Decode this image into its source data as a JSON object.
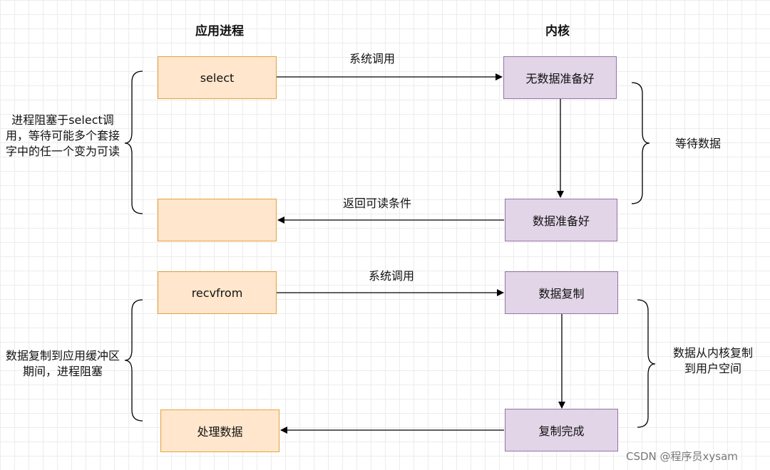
{
  "headers": {
    "left": "应用进程",
    "right": "内核"
  },
  "boxes": {
    "select": "select",
    "no_data_ready": "无数据准备好",
    "empty_box": "",
    "data_ready": "数据准备好",
    "recvfrom": "recvfrom",
    "data_copy": "数据复制",
    "process_data": "处理数据",
    "copy_done": "复制完成"
  },
  "arrows": {
    "syscall_1": "系统调用",
    "return_readable": "返回可读条件",
    "syscall_2": "系统调用"
  },
  "notes": {
    "left_top": "进程阻塞于select调用，等待可能多个套接字中的任一个变为可读",
    "right_top": "等待数据",
    "left_bottom": "数据复制到应用缓冲区期间，进程阻塞",
    "right_bottom": "数据从内核复制到用户空间"
  },
  "watermark": "CSDN @程序员xysam",
  "colors": {
    "process_fill": "#ffe6cc",
    "process_stroke": "#e6a23c",
    "kernel_fill": "#e1d5e7",
    "kernel_stroke": "#9673a6",
    "line": "#000000"
  }
}
